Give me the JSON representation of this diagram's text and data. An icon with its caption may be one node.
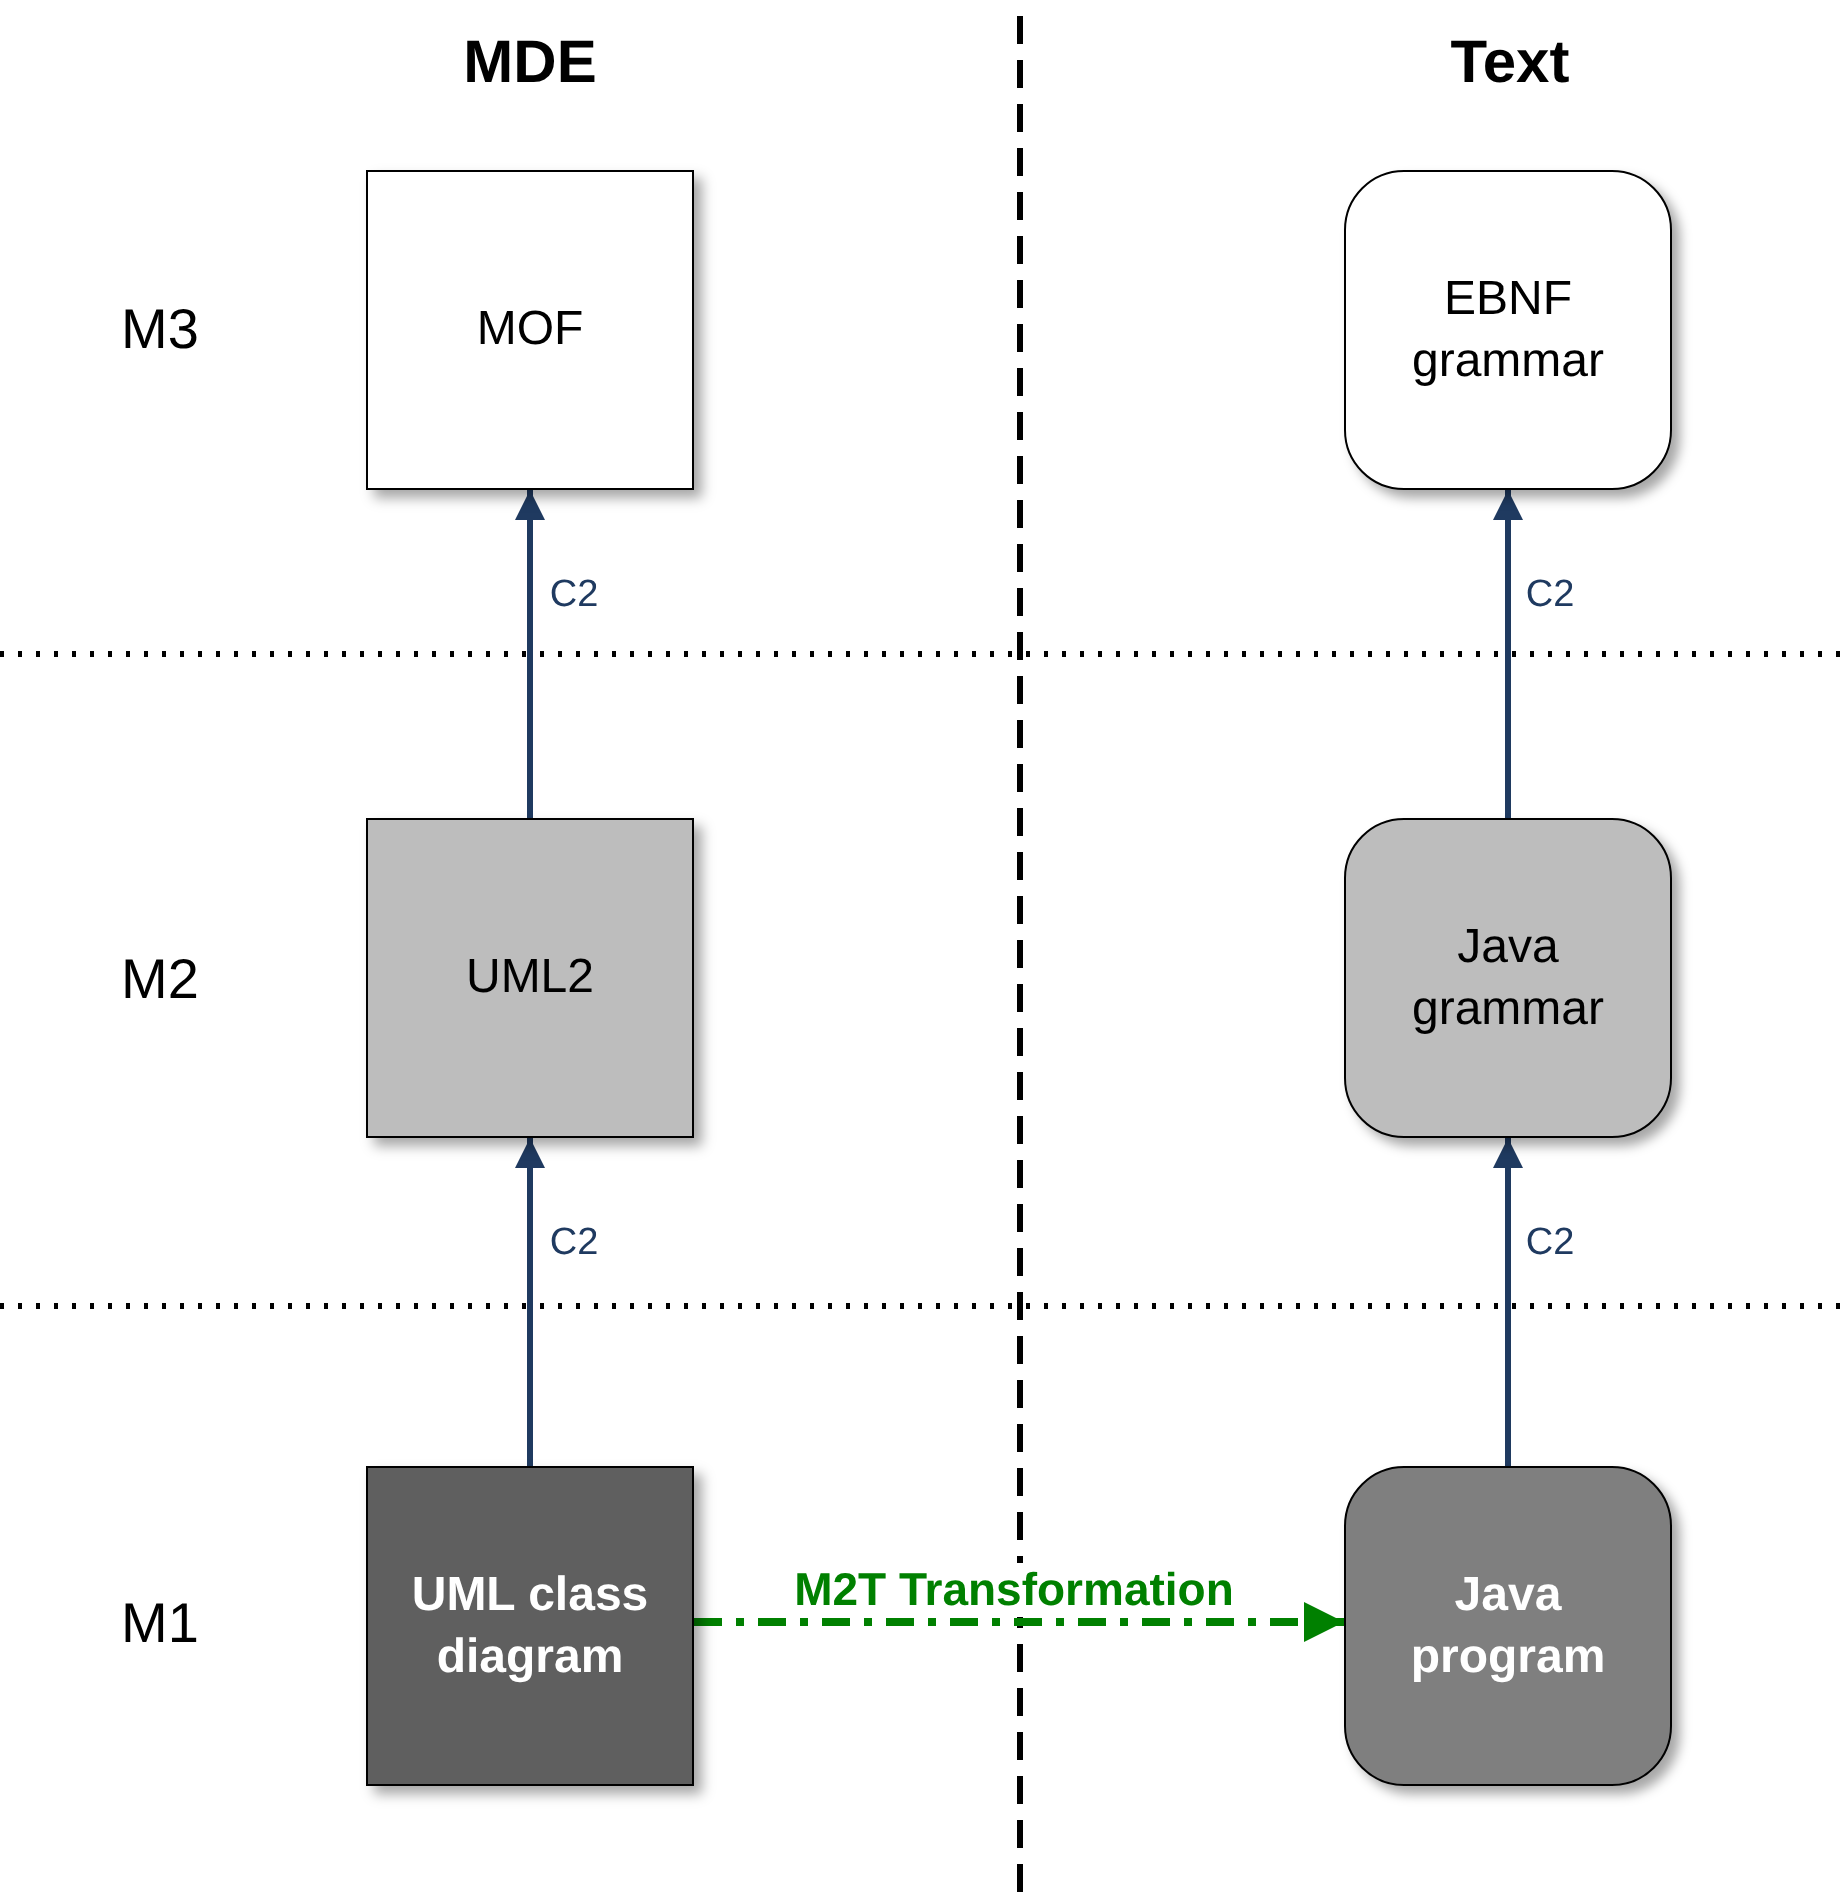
{
  "diagram": {
    "nodes": [
      {
        "text": [
          "MOF"
        ]
      },
      {
        "text": [
          "EBNF grammar"
        ]
      },
      {
        "text": [
          "UML2"
        ]
      },
      {
        "text": [
          "Java grammar"
        ]
      },
      {
        "text": [
          "UML class diagram"
        ]
      },
      {
        "text": [
          "Java program"
        ]
      }
    ],
    "edges": [
      {
        "from": 2,
        "to": 0,
        "arrow": "to",
        "label": "C2"
      },
      {
        "from": 3,
        "to": 1,
        "arrow": "to",
        "label": "C2"
      },
      {
        "from": 4,
        "to": 2,
        "arrow": "to",
        "label": "C2"
      },
      {
        "from": 5,
        "to": 3,
        "arrow": "to",
        "label": "C2"
      },
      {
        "from": 4,
        "to": 5,
        "arrow": "to",
        "label": "M2T Transformation",
        "style": "dashed",
        "color": "#008000"
      }
    ],
    "labels": [
      "MDE",
      "Text",
      "M3",
      "M2",
      "M1"
    ]
  }
}
